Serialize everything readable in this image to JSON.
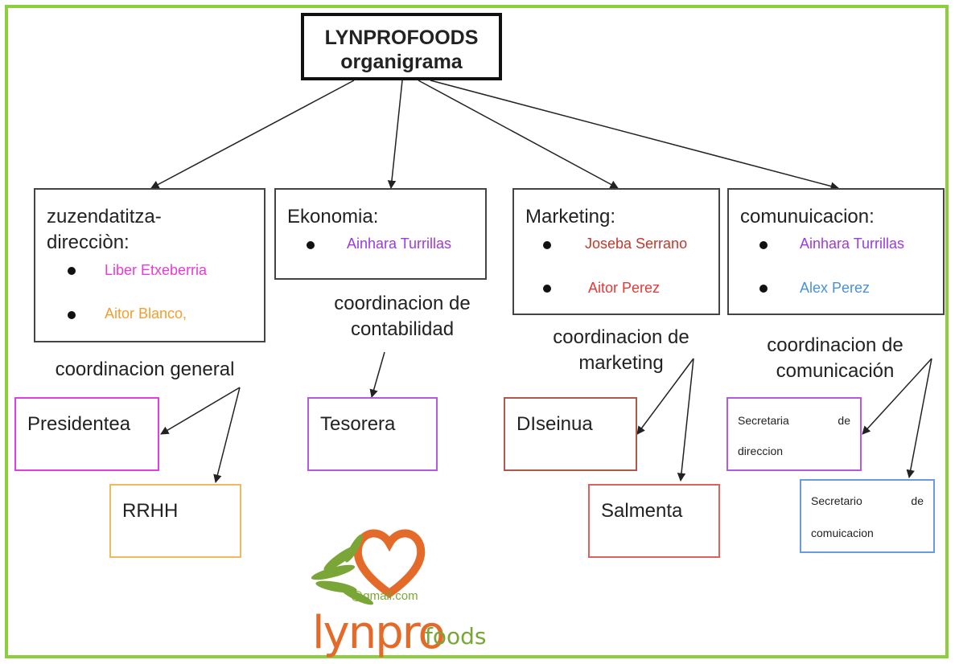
{
  "title": {
    "line1": "LYNPROFOODS",
    "line2": "organigrama"
  },
  "departments": [
    {
      "name_line1": "zuzendatitza-",
      "name_line2": "direcciòn:",
      "people": [
        {
          "name": "Liber Etxeberria",
          "color": "#e83ad6"
        },
        {
          "name": "Aitor Blanco,",
          "color": "#f0a030"
        }
      ]
    },
    {
      "name_line1": "Ekonomia:",
      "name_line2": "",
      "people": [
        {
          "name": "Ainhara Turrillas",
          "color": "#9b3be3"
        }
      ]
    },
    {
      "name_line1": "Marketing:",
      "name_line2": "",
      "people": [
        {
          "name": "Joseba Serrano",
          "color": "#c0392b"
        },
        {
          "name": "Aitor Perez",
          "color": "#e53935"
        }
      ]
    },
    {
      "name_line1": "comunuicacion:",
      "name_line2": "",
      "people": [
        {
          "name": "Ainhara Turrillas",
          "color": "#9b3be3"
        },
        {
          "name": "Alex Perez",
          "color": "#4a90d9"
        }
      ]
    }
  ],
  "coordinations": [
    {
      "line1": "coordinacion general",
      "line2": ""
    },
    {
      "line1": "coordinacion de",
      "line2": "contabilidad"
    },
    {
      "line1": "coordinacion de",
      "line2": "marketing"
    },
    {
      "line1": "coordinacion de",
      "line2": "comunicación"
    }
  ],
  "roles": [
    {
      "label": "Presidentea",
      "border_color": "#e040e0"
    },
    {
      "label": "RRHH",
      "border_color": "#f0b860"
    },
    {
      "label": "Tesorera",
      "border_color": "#b65be0"
    },
    {
      "label": "DIseinua",
      "border_color": "#b0584a"
    },
    {
      "label": "Salmenta",
      "border_color": "#e06060"
    },
    {
      "label_line1": "Secretaria de",
      "label_line2": "direccion",
      "border_color": "#b65be0"
    },
    {
      "label_line1": "Secretario de",
      "label_line2": "comuicacion",
      "border_color": "#6a9be0"
    }
  ],
  "logo": {
    "email": "@gmail.com",
    "brand_main": "lynpro",
    "brand_suffix": "foods",
    "colors": {
      "orange": "#e46a2a",
      "green": "#7aa637"
    }
  },
  "frame_color": "#8ccf3c"
}
